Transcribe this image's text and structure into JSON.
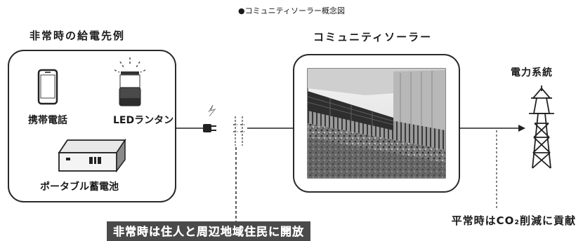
{
  "figure_title": "●コミュニティソーラー概念図",
  "left_panel": {
    "heading": "非常時の給電先例",
    "items": {
      "phone": "携帯電話",
      "lantern": "LEDランタン",
      "battery": "ポータブル蓄電池"
    }
  },
  "center_panel": {
    "heading": "コミュニティソーラー"
  },
  "grid": {
    "label": "電力系統"
  },
  "banner": {
    "text": "非常時は住人と周辺地域住民に開放",
    "color": "#4a4a4a"
  },
  "note": {
    "text": "平常時はCO₂削減に貢献"
  },
  "icons": [
    "phone-icon",
    "lantern-icon",
    "battery-icon",
    "plug-icon",
    "outlet-icon",
    "transmission-tower-icon",
    "arrow-icon"
  ]
}
